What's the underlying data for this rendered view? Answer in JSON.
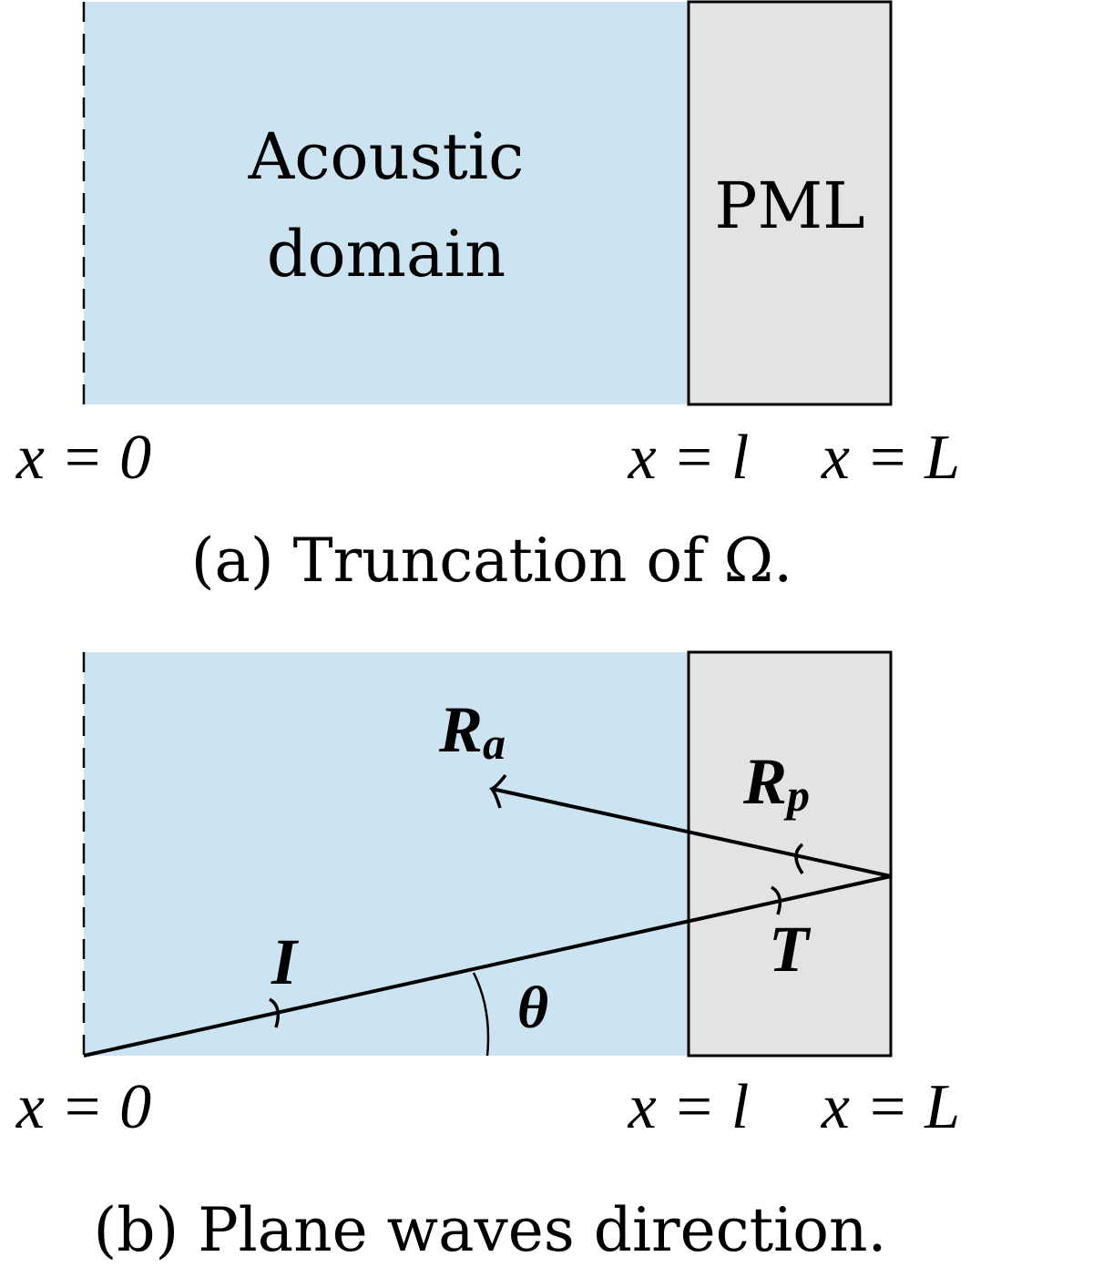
{
  "panel_a": {
    "domain_label_line1": "Acoustic",
    "domain_label_line2": "domain",
    "pml_label": "PML",
    "x0_label": "x = 0",
    "xl_label": "x = l",
    "xL_label": "x = L",
    "caption": "(a) Truncation of Ω."
  },
  "panel_b": {
    "incident_label": "I",
    "reflected_acoustic_label": "R",
    "reflected_acoustic_sub": "a",
    "reflected_pml_label": "R",
    "reflected_pml_sub": "p",
    "transmitted_label": "T",
    "angle_label": "θ",
    "x0_label": "x = 0",
    "xl_label": "x = l",
    "xL_label": "x = L",
    "caption": "(b) Plane waves direction."
  },
  "colors": {
    "acoustic_fill": "#cce3f1",
    "pml_fill": "#e3e3e3",
    "stroke": "#000000"
  }
}
